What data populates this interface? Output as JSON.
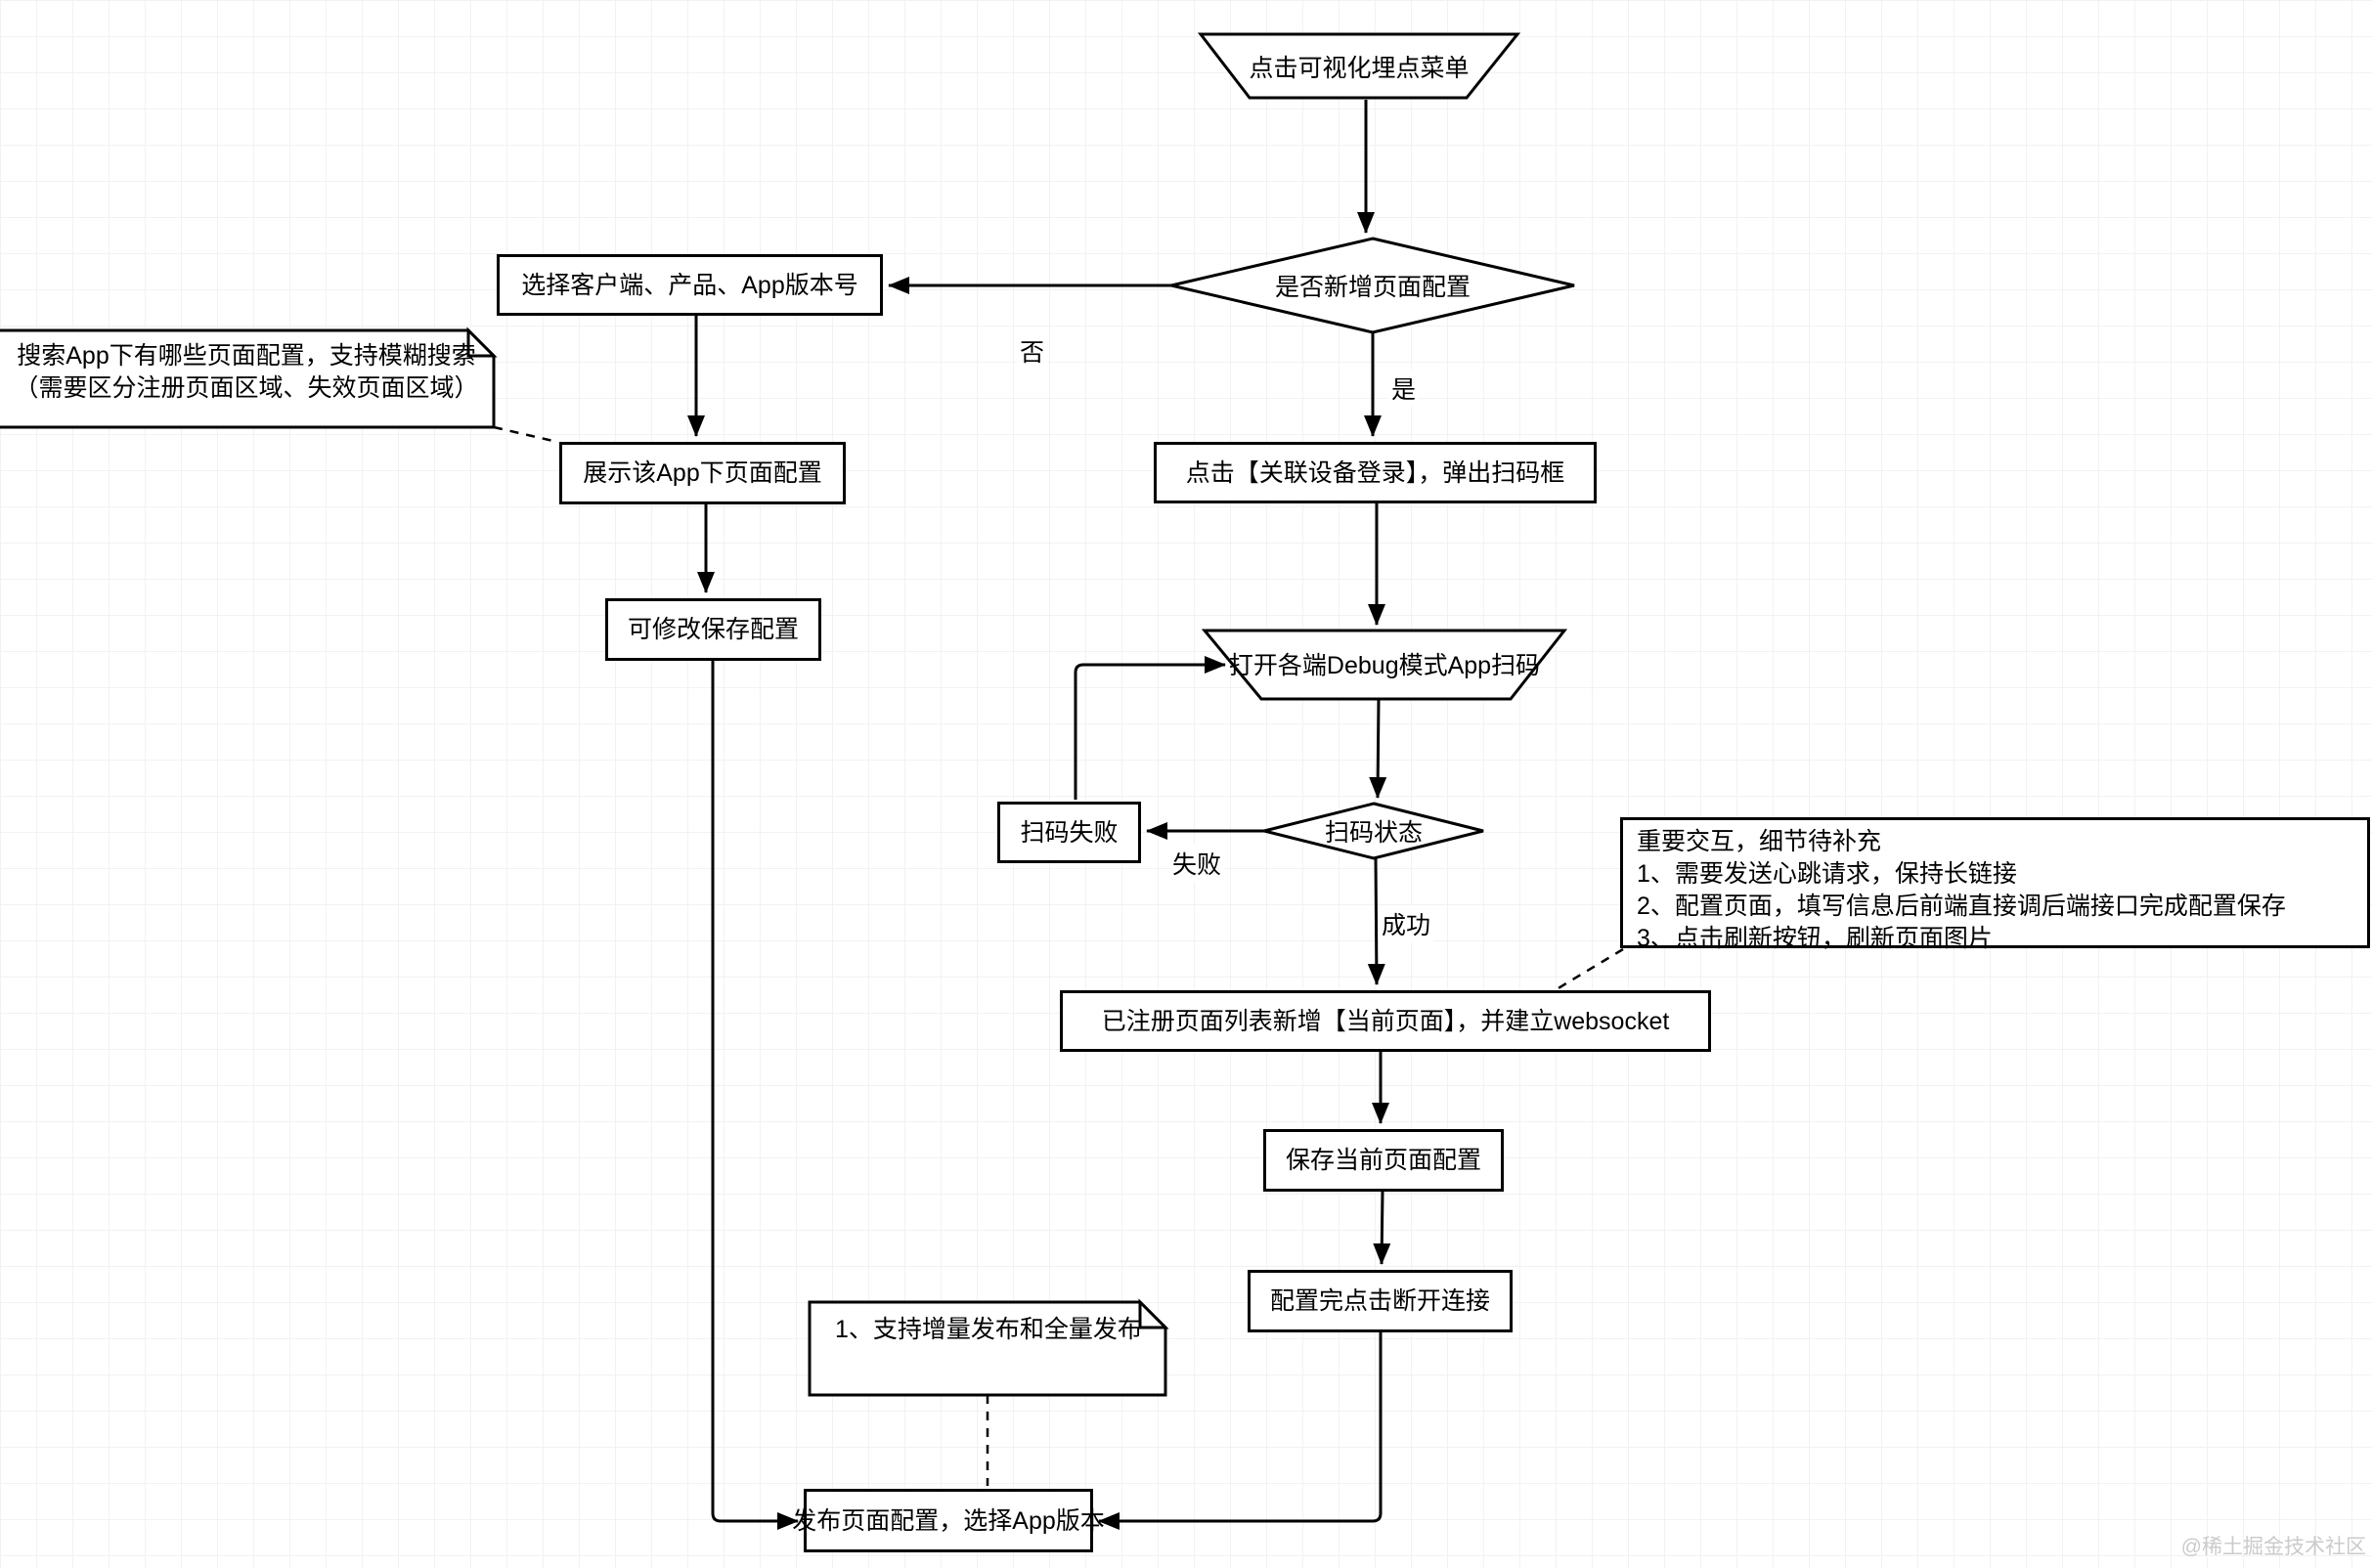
{
  "diagram": {
    "nodes": {
      "start": {
        "label": "点击可视化埋点菜单"
      },
      "decision_new": {
        "label": "是否新增页面配置"
      },
      "select_client": {
        "label": "选择客户端、产品、App版本号"
      },
      "show_pages": {
        "label": "展示该App下页面配置"
      },
      "edit_save": {
        "label": "可修改保存配置"
      },
      "click_login": {
        "label": "点击【关联设备登录】，弹出扫码框"
      },
      "open_debug": {
        "label": "打开各端Debug模式App扫码"
      },
      "scan_status": {
        "label": "扫码状态"
      },
      "scan_fail": {
        "label": "扫码失败"
      },
      "register_page": {
        "label": "已注册页面列表新增【当前页面】，并建立websocket"
      },
      "save_current": {
        "label": "保存当前页面配置"
      },
      "disconnect": {
        "label": "配置完点击断开连接"
      },
      "publish": {
        "label": "发布页面配置，选择App版本"
      }
    },
    "notes": {
      "search_note": {
        "line1": "搜索App下有哪些页面配置，支持模糊搜索",
        "line2": "（需要区分注册页面区域、失效页面区域）"
      },
      "interaction_note": {
        "line1": "重要交互，细节待补充",
        "line2": "1、需要发送心跳请求，保持长链接",
        "line3": "2、配置页面，填写信息后前端直接调后端接口完成配置保存",
        "line4": "3、点击刷新按钮，刷新页面图片"
      },
      "publish_note": {
        "line1": "1、支持增量发布和全量发布"
      }
    },
    "edge_labels": {
      "no": "否",
      "yes": "是",
      "fail": "失败",
      "success": "成功"
    },
    "watermark": "@稀土掘金技术社区",
    "colors": {
      "stroke": "#000000",
      "fill": "#ffffff",
      "grid": "#f1f2f4",
      "watermark": "#cbcbcb"
    }
  }
}
